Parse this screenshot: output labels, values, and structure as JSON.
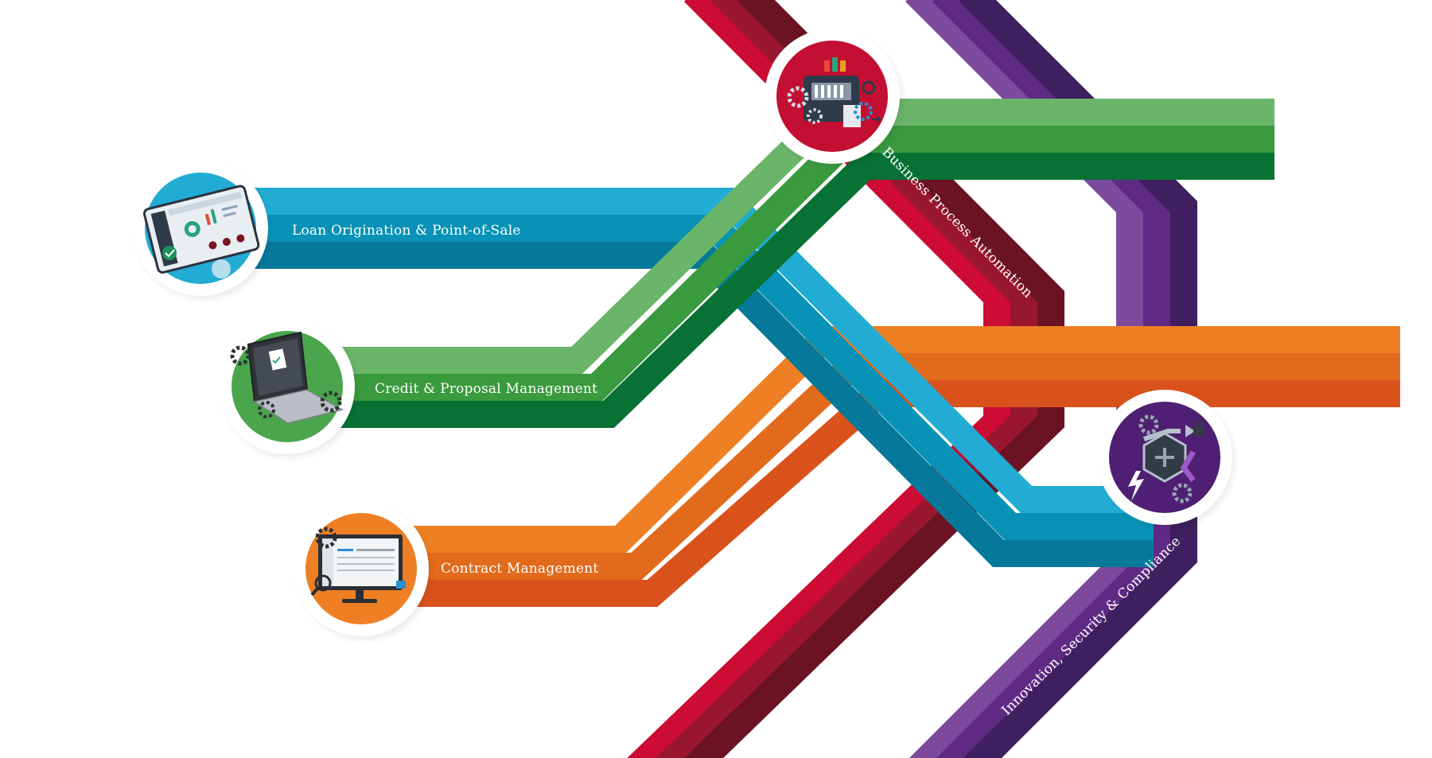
{
  "colors": {
    "blue": [
      "#22acd3",
      "#0892b7",
      "#06799a"
    ],
    "green": [
      "#6ab56a",
      "#3a9a3e",
      "#077233"
    ],
    "orange": [
      "#ef7f24",
      "#e26a1c",
      "#d9521c"
    ],
    "red": [
      "#cc0c33",
      "#99162f",
      "#6b1323"
    ],
    "purple": [
      "#7c4a9d",
      "#5e2a84",
      "#3f1f5f"
    ],
    "ring": "#ffffff"
  },
  "products": [
    {
      "id": "loan",
      "label": "Loan Origination & Point-of-Sale",
      "color": "blue",
      "icon": "tablet-dashboard-icon"
    },
    {
      "id": "credit",
      "label": "Credit & Proposal Management",
      "color": "green",
      "icon": "laptop-document-icon"
    },
    {
      "id": "contract",
      "label": "Contract  Management",
      "color": "orange",
      "icon": "monitor-dashboard-icon"
    },
    {
      "id": "bpa",
      "label": "Business Process Automation",
      "color": "red",
      "icon": "process-machine-icon"
    },
    {
      "id": "isc",
      "label": "Innovation, Security & Compliance",
      "color": "purple",
      "icon": "hexagon-security-icon"
    }
  ]
}
